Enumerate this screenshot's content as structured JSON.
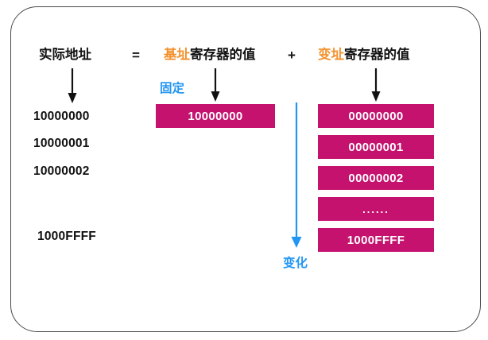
{
  "diagram": {
    "title_parts": {
      "actual_address": "实际地址",
      "equals": "=",
      "base_register_value": "基址寄存器的值",
      "base_highlight": "基址",
      "base_rest": "寄存器的值",
      "plus": "+",
      "index_register_value": "变址寄存器的值",
      "index_highlight": "变址",
      "index_rest": "寄存器的值"
    },
    "annotations": {
      "fixed": "固定",
      "changing": "变化"
    },
    "address_column": {
      "values": [
        "10000000",
        "10000001",
        "10000002",
        "1000FFFF"
      ]
    },
    "base_register": {
      "value": "10000000"
    },
    "index_register": {
      "values": [
        "00000000",
        "00000001",
        "00000002",
        "......",
        "1000FFFF"
      ]
    },
    "colors": {
      "pink": "#C4126E",
      "orange": "#F2922E",
      "blue": "#2196F3",
      "text": "#111111",
      "frame": "#4a4a4a"
    }
  }
}
